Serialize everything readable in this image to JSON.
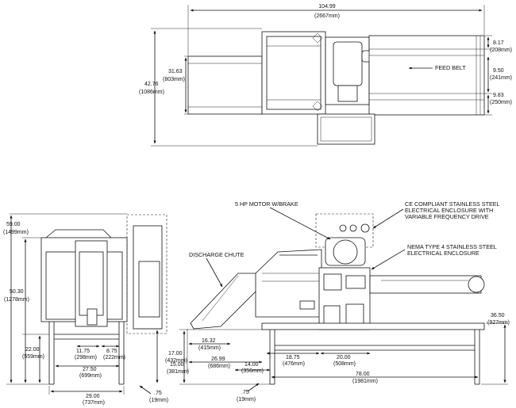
{
  "labels": {
    "motor": "5 HP MOTOR W/BRAKE",
    "ce1": "CE COMPLIANT STAINLESS STEEL",
    "ce2": "ELECTRICAL ENCLOSURE WITH",
    "ce3": "VARIABLE FREQUENCY DRIVE",
    "nema1": "NEMA TYPE 4 STAINLESS STEEL",
    "nema2": "ELECTRICAL ENCLOSURE",
    "chute": "DISCHARGE CHUTE",
    "feed": "FEED BELT"
  },
  "dims": {
    "top_width": [
      "104.99",
      "(2667mm)"
    ],
    "top_depth": [
      "42.76",
      "(1086mm)"
    ],
    "top_inner": [
      "31.63",
      "(803mm)"
    ],
    "belt_a": [
      "8.17",
      "(208mm)"
    ],
    "belt_b": [
      "9.50",
      "(241mm)"
    ],
    "belt_c": [
      "9.83",
      "(250mm)"
    ],
    "end_height": [
      "59.00",
      "(1499mm)"
    ],
    "end_mid": [
      "50.30",
      "(1278mm)"
    ],
    "end_leg": [
      "22.00",
      "(559mm)"
    ],
    "end_a": [
      "11.75",
      "(298mm)"
    ],
    "end_b": [
      "8.75",
      "(222mm)"
    ],
    "end_c": [
      "27.50",
      "(699mm)"
    ],
    "end_base": [
      "29.00",
      "(737mm)"
    ],
    "end_foot": [
      ".75",
      "(19mm)"
    ],
    "end_side": [
      "17.00",
      "(432mm)"
    ],
    "side_low": [
      "15.00",
      "(381mm)"
    ],
    "side_a": [
      "16.32",
      "(415mm)"
    ],
    "side_b": [
      "26.99",
      "(686mm)"
    ],
    "side_c": [
      "14.00",
      "(356mm)"
    ],
    "side_d": [
      "18.75",
      "(476mm)"
    ],
    "side_e": [
      "20.00",
      "(508mm)"
    ],
    "side_len": [
      "78.00",
      "(1981mm)"
    ],
    "side_foot": [
      ".75",
      "(19mm)"
    ],
    "side_height": [
      "36.50",
      "(927mm)"
    ]
  }
}
